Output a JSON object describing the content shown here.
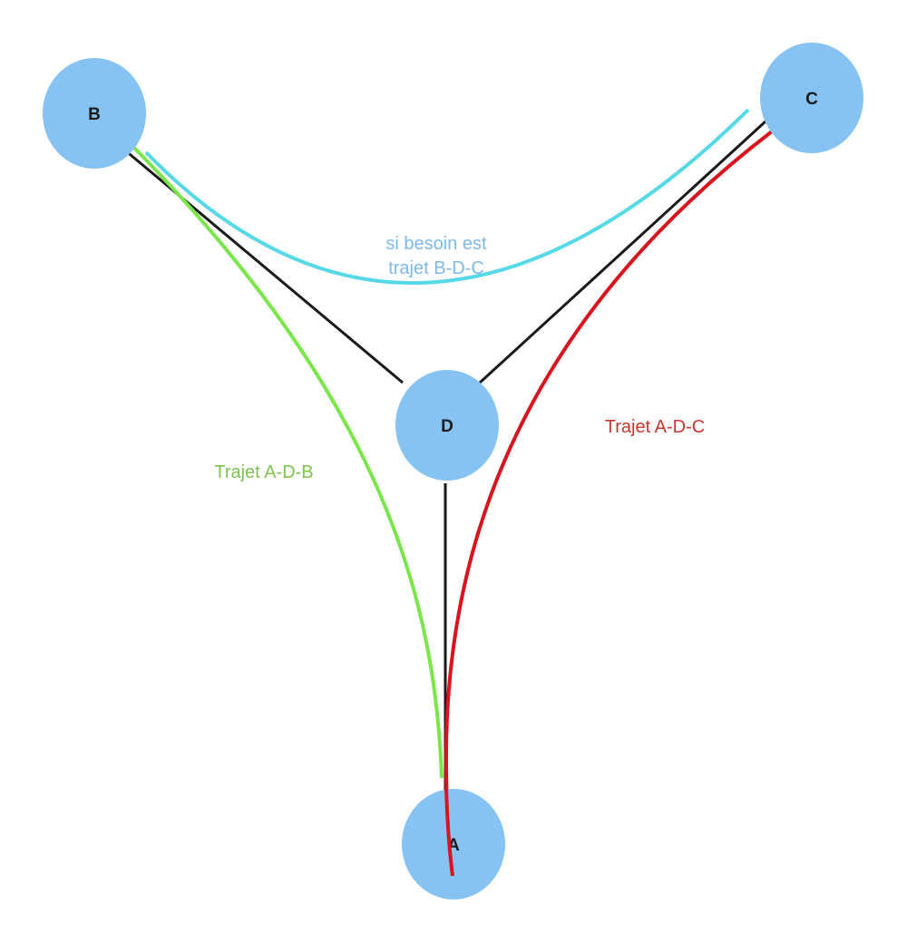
{
  "colors": {
    "node_fill": "#86c3f2",
    "edge": "#1a1a1a",
    "route_adb": "#7ae64a",
    "route_adc": "#d8141e",
    "route_bdc": "#55d9e6",
    "label_adb": "#7cc352",
    "label_adc": "#c8352e",
    "label_bdc": "#7db9e8"
  },
  "nodes": {
    "a": "A",
    "b": "B",
    "c": "C",
    "d": "D"
  },
  "edges": [
    {
      "from": "B",
      "to": "D"
    },
    {
      "from": "C",
      "to": "D"
    },
    {
      "from": "D",
      "to": "A"
    }
  ],
  "routes": {
    "adb": {
      "label": "Trajet A-D-B",
      "path": [
        "A",
        "D",
        "B"
      ]
    },
    "adc": {
      "label": "Trajet A-D-C",
      "path": [
        "A",
        "D",
        "C"
      ]
    },
    "bdc": {
      "label_line1": "si besoin est",
      "label_line2": "trajet B-D-C",
      "path": [
        "B",
        "D",
        "C"
      ]
    }
  }
}
